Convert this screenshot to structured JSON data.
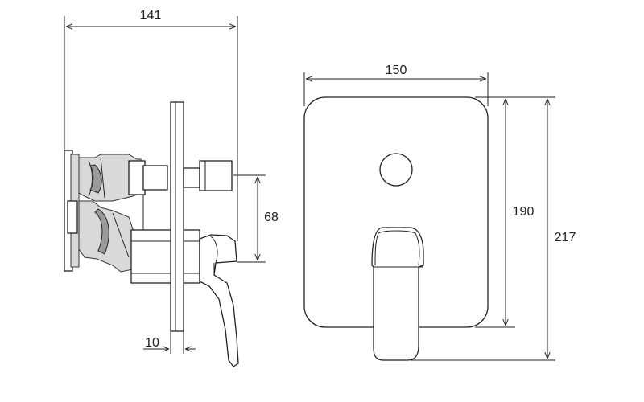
{
  "dimensions": {
    "side_total_depth": "141",
    "front_width": "150",
    "front_plate_height": "190",
    "front_total_height": "217",
    "side_outlet_spacing": "68",
    "side_plate_thickness": "10"
  }
}
